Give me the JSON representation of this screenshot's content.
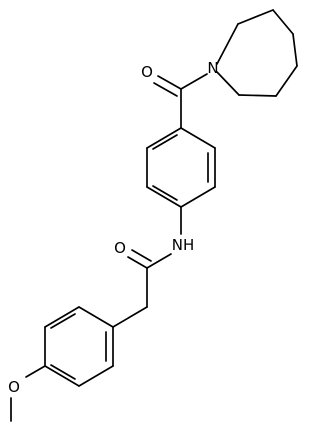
{
  "structure": {
    "atoms": {
      "carbonyl_oxygen_top": "O",
      "azepane_nitrogen": "N",
      "amide_nitrogen": "NH",
      "amide_oxygen": "O",
      "methoxy_oxygen": "O"
    }
  },
  "colors": {
    "bond": "#000000",
    "label": "#000000",
    "background": "#ffffff"
  }
}
